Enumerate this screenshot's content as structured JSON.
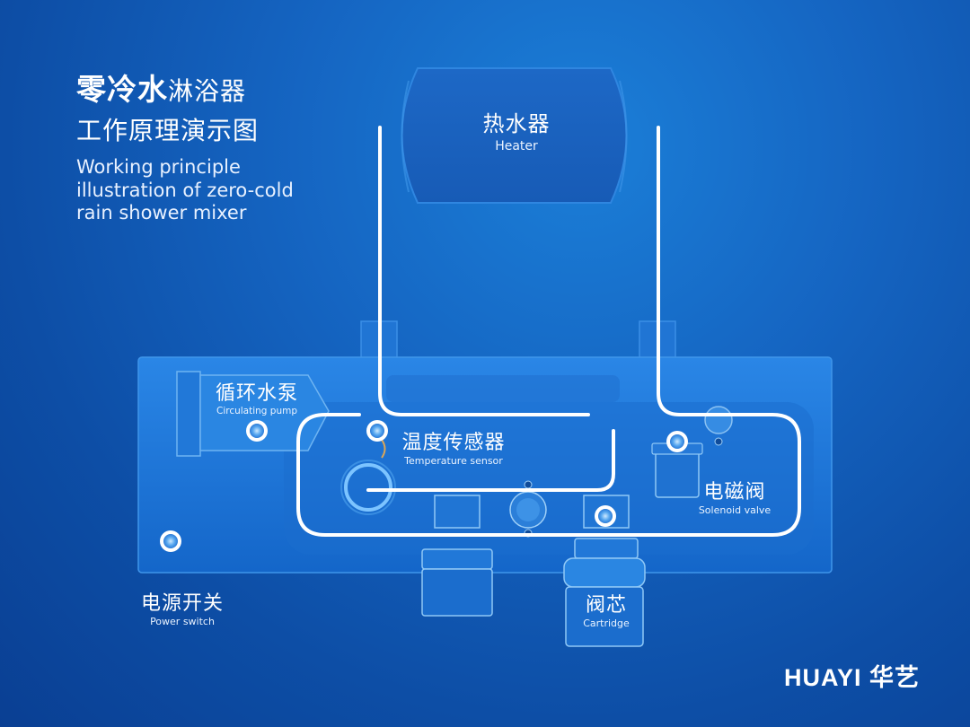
{
  "title": {
    "line1_bold": "零冷水",
    "line1_rest": "淋浴器",
    "line2": "工作原理演示图",
    "english": "Working principle\nillustration of zero-cold\nrain shower mixer"
  },
  "labels": {
    "heater": {
      "cn": "热水器",
      "en": "Heater"
    },
    "pump": {
      "cn": "循环水泵",
      "en": "Circulating pump"
    },
    "sensor": {
      "cn": "温度传感器",
      "en": "Temperature sensor"
    },
    "solenoid": {
      "cn": "电磁阀",
      "en": "Solenoid valve"
    },
    "power": {
      "cn": "电源开关",
      "en": "Power switch"
    },
    "cartridge": {
      "cn": "阀芯",
      "en": "Cartridge"
    }
  },
  "brand": "HUAYI 华艺",
  "colors": {
    "background": "#1565c2",
    "body": "#1b6fd0",
    "pipe": "#ffffff",
    "indicator": "#7cc4ff"
  }
}
